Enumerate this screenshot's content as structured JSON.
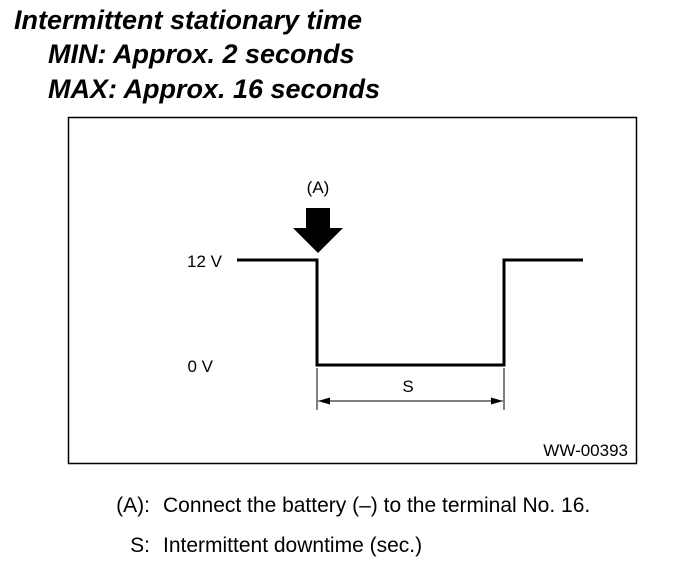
{
  "heading": {
    "title": "Intermittent stationary time",
    "min": "MIN: Approx. 2 seconds",
    "max": "MAX: Approx. 16 seconds"
  },
  "diagram": {
    "marker_label": "(A)",
    "voltage_high": "12 V",
    "voltage_low": "0 V",
    "interval_label": "S",
    "figure_id": "WW-00393"
  },
  "legend": {
    "items": [
      {
        "key": "(A):",
        "text": "Connect the battery (–) to the terminal No. 16."
      },
      {
        "key": "S:",
        "text": "Intermittent downtime (sec.)"
      }
    ]
  }
}
